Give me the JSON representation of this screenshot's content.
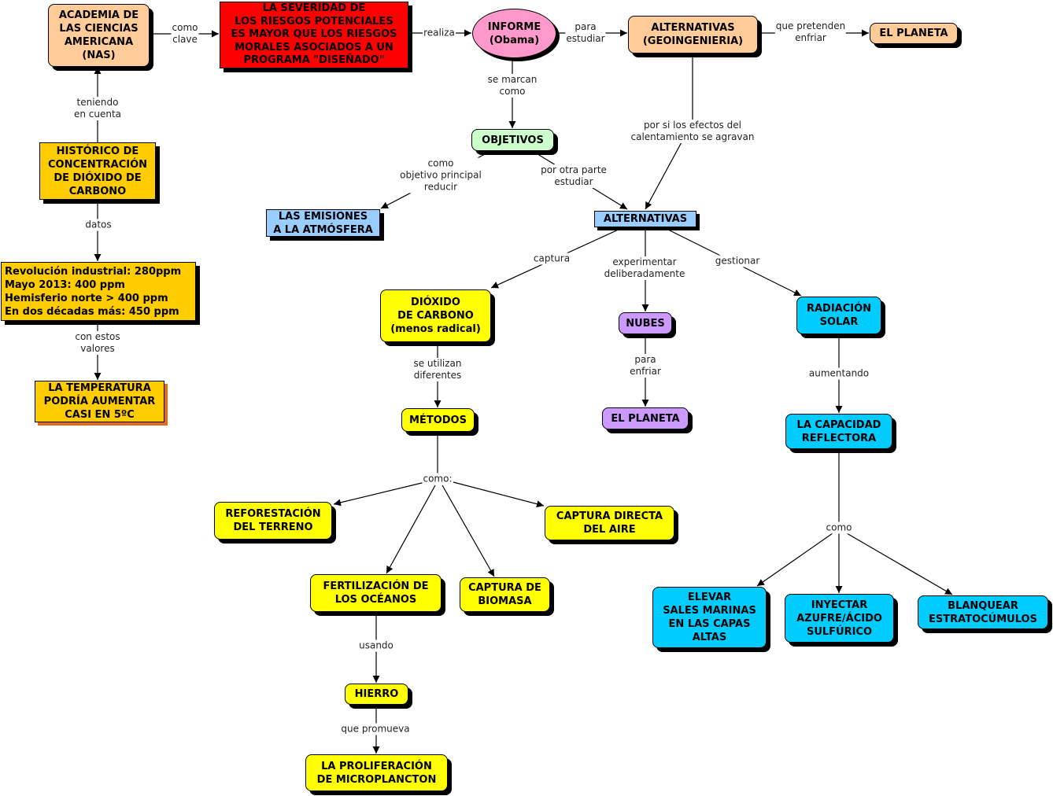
{
  "colors": {
    "peach": "#FFCC99",
    "red": "#FF0000",
    "pink": "#FF99CC",
    "green": "#CCFFCC",
    "blue_light": "#99CCFF",
    "gold": "#FFCC00",
    "yellow": "#FFFF00",
    "purple": "#CC99FF",
    "cyan": "#00CCFF"
  },
  "nodes": {
    "nas": "ACADEMIA DE\nLAS CIENCIAS\nAMERICANA\n(NAS)",
    "severidad": "LA SEVERIDAD DE\nLOS RIESGOS POTENCIALES\nES MAYOR QUE LOS RIESGOS\nMORALES ASOCIADOS A UN\nPROGRAMA \"DISEÑADO\"",
    "informe": "INFORME\n(Obama)",
    "alt_geo": "ALTERNATIVAS\n(GEOINGENIERIA)",
    "planeta_top": "EL PLANETA",
    "historico": "HISTÓRICO DE\nCONCENTRACIÓN\nDE DIÓXIDO DE\nCARBONO",
    "valores": "Revolución industrial: 280ppm\nMayo 2013: 400 ppm\nHemisferio norte > 400 ppm\nEn dos décadas más: 450 ppm",
    "temperatura": "LA TEMPERATURA\nPODRÍA AUMENTAR\nCASI EN 5ºC",
    "objetivos": "OBJETIVOS",
    "emisiones": "LAS EMISIONES\nA LA ATMÓSFERA",
    "alternativas": "ALTERNATIVAS",
    "dioxido": "DIÓXIDO\nDE CARBONO\n(menos radical)",
    "nubes": "NUBES",
    "radiacion": "RADIACIÓN\nSOLAR",
    "metodos": "MÉTODOS",
    "planeta_purple": "EL PLANETA",
    "capacidad": "LA CAPACIDAD\nREFLECTORA",
    "reforestacion": "REFORESTACIÓN\nDEL TERRENO",
    "captura_aire": "CAPTURA DIRECTA\nDEL AIRE",
    "fertilizacion": "FERTILIZACIÓN DE\nLOS OCÉANOS",
    "biomasa": "CAPTURA DE\nBIOMASA",
    "elevar": "ELEVAR\nSALES MARINAS\nEN LAS CAPAS\nALTAS",
    "inyectar": "INYECTAR\nAZUFRE/ÁCIDO\nSULFÚRICO",
    "blanquear": "BLANQUEAR\nESTRATOCÚMULOS",
    "hierro": "HIERRO",
    "proliferacion": "LA PROLIFERACIÓN\nDE MICROPLANCTON"
  },
  "links": {
    "como_clave": "como\nclave",
    "realiza": "realiza",
    "para_estudiar": "para\nestudiar",
    "que_pretenden": "que pretenden\nenfriar",
    "teniendo": "teniendo\nen cuenta",
    "datos": "datos",
    "con_estos": "con estos\nvalores",
    "se_marcan": "se marcan\ncomo",
    "por_si": "por si los efectos del\ncalentamiento se agravan",
    "como_objetivo": "como\nobjetivo principal\nreducir",
    "por_otra": "por otra parte\nestudiar",
    "captura": "captura",
    "experimentar": "experimentar\ndeliberadamente",
    "gestionar": "gestionar",
    "se_utilizan": "se utilizan\ndiferentes",
    "para_enfriar": "para\nenfriar",
    "aumentando": "aumentando",
    "como_metodos": "como:",
    "como_capacidad": "como",
    "usando": "usando",
    "que_promueva": "que promueva"
  }
}
